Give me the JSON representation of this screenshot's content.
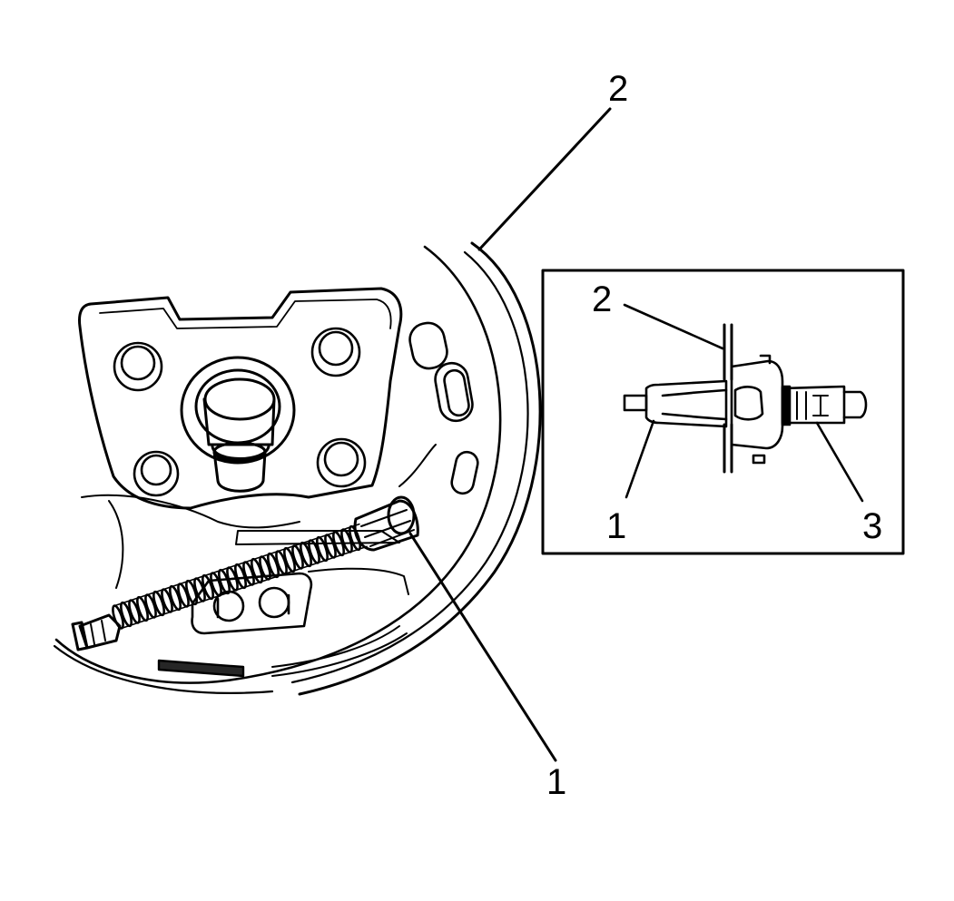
{
  "diagram": {
    "line_color": "#000000",
    "background": "#ffffff",
    "main_view": {
      "callout_1": "1",
      "callout_2": "2"
    },
    "inset_view": {
      "callout_1": "1",
      "callout_2": "2",
      "callout_3": "3"
    }
  }
}
